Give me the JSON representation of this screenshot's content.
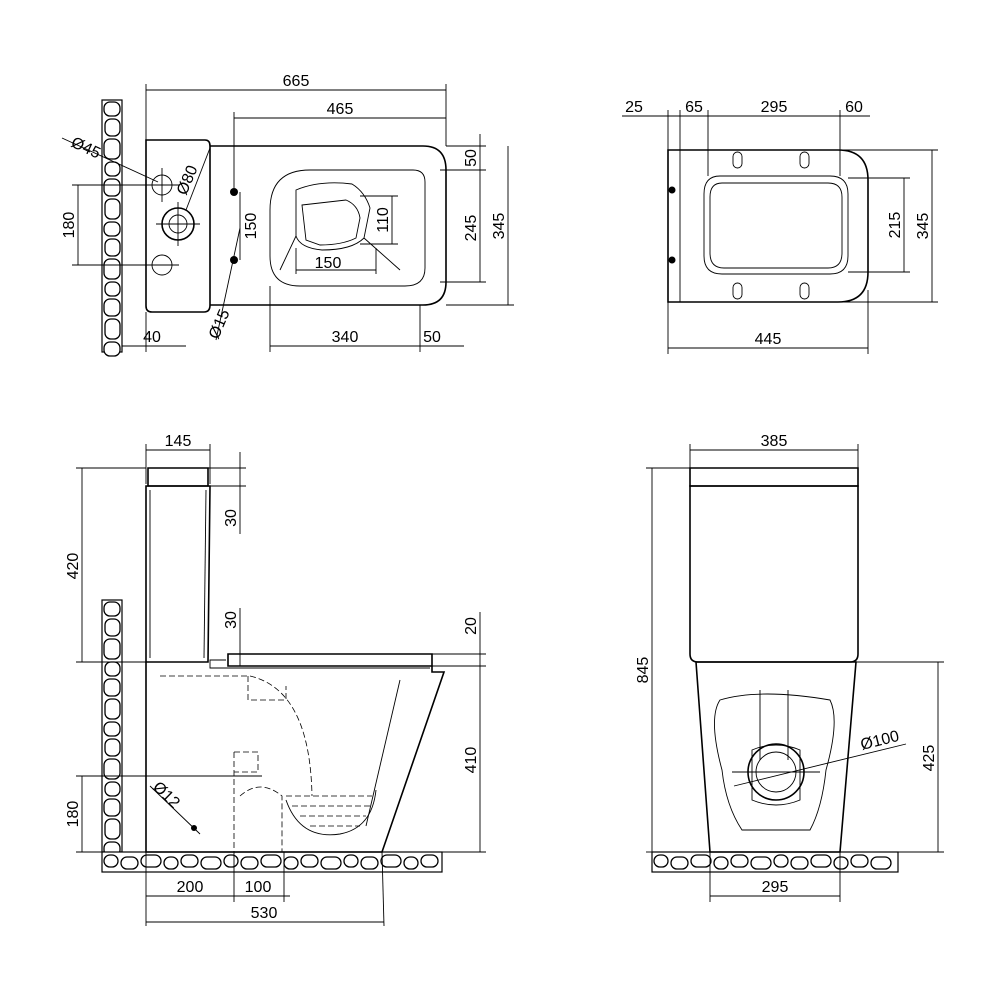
{
  "top_view": {
    "overall_width": "665",
    "bowl_length": "465",
    "inlet_dia": "Ø45",
    "flush_dia": "Ø80",
    "inlet_spacing": "180",
    "wall_gap": "40",
    "fixing_spacing": "150",
    "fixing_dia": "Ø15",
    "inner_width": "150",
    "inner_depth": "110",
    "rim_front": "50",
    "bowl_opening": "245",
    "overall_depth": "345",
    "seat_length": "340",
    "front_gap": "50"
  },
  "seat_view": {
    "hinge_offset": "25",
    "hinge_spacing": "65",
    "pad_spacing": "295",
    "front_overhang": "60",
    "opening_width": "215",
    "overall_width": "345",
    "overall_length": "445"
  },
  "side_view": {
    "tank_depth": "145",
    "lid_height": "30",
    "tank_height": "420",
    "seat_thickness": "30",
    "rim_gap": "20",
    "bowl_height": "410",
    "outlet_height": "180",
    "outlet_dia": "Ø12",
    "outlet_offset": "200",
    "outlet_spacing": "100",
    "overall_depth": "530"
  },
  "front_view": {
    "tank_width": "385",
    "overall_height": "845",
    "pan_height": "425",
    "outlet_dia": "Ø100",
    "base_width": "295"
  }
}
